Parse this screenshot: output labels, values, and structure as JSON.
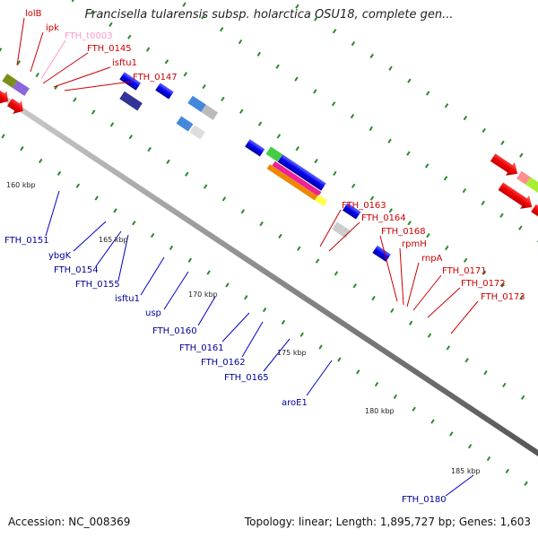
{
  "title": "Francisella tularensis subsp. holarctica OSU18, complete gen...",
  "footer": {
    "accession": "Accession: NC_008369",
    "topology": "Topology: linear; Length: 1,895,727 bp; Genes: 1,603"
  },
  "scale_labels": [
    "160 kbp",
    "165 kbp",
    "170 kbp",
    "175 kbp",
    "180 kbp",
    "185 kbp"
  ],
  "gene_labels_top": [
    "lolB",
    "ipk",
    "FTH_t0003",
    "FTH_0145",
    "isftu1",
    "FTH_0147",
    "FTH_0163",
    "FTH_0164",
    "FTH_0168",
    "rpmH",
    "rnpA",
    "FTH_0171",
    "FTH_0172",
    "FTH_0173"
  ],
  "gene_labels_bottom": [
    "FTH_0151",
    "ybgK",
    "FTH_0154",
    "FTH_0155",
    "isftu1",
    "usp",
    "FTH_0160",
    "FTH_0161",
    "FTH_0162",
    "FTH_0165",
    "aroE1",
    "FTH_0180"
  ],
  "colors": {
    "forward": "#0000ee",
    "reverse": "#ee0000",
    "label_forward": "#000099",
    "label_reverse": "#cc0000",
    "trna": "#ff99cc",
    "backbone": "#888888",
    "tick": "#2a8a2a"
  }
}
